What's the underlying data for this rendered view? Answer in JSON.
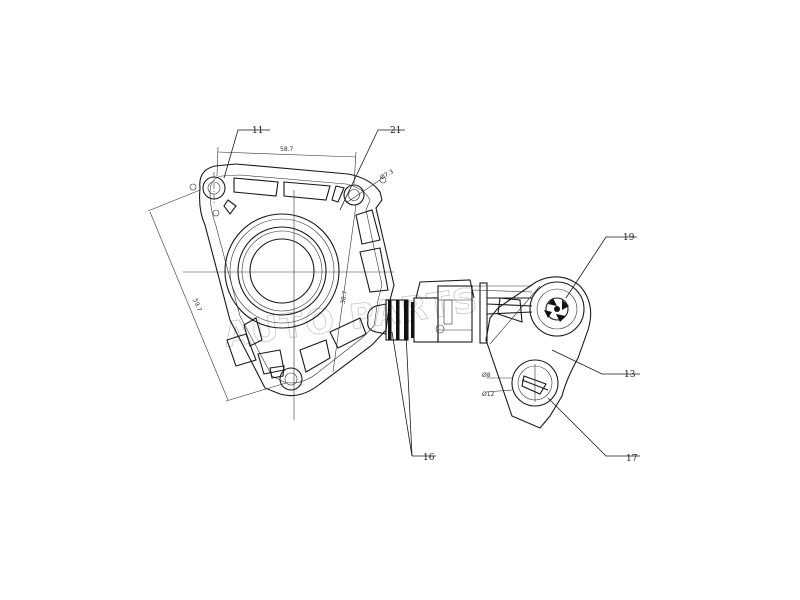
{
  "callouts": [
    {
      "id": "11",
      "text": "11"
    },
    {
      "id": "21",
      "text": "21"
    },
    {
      "id": "19",
      "text": "19"
    },
    {
      "id": "13",
      "text": "13"
    },
    {
      "id": "16",
      "text": "16"
    },
    {
      "id": "17",
      "text": "17"
    }
  ],
  "dimensions": {
    "top_width": "58.7",
    "hole_dia": "Ø7.3",
    "left_height": "59.7",
    "center_dist": "38.7",
    "small_a": "Ø8",
    "small_b": "Ø12"
  },
  "watermark": "AUTO PARTS"
}
